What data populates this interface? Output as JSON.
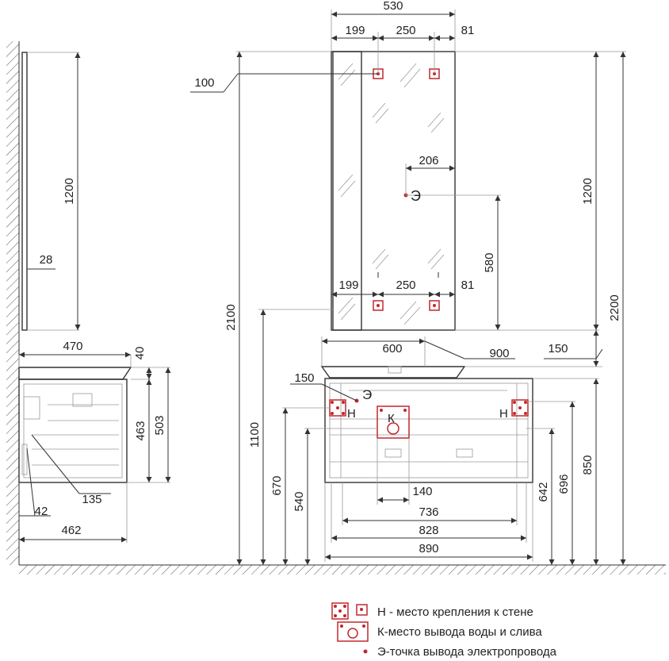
{
  "dimensions": {
    "mirror_width": "530",
    "mirror_top_199": "199",
    "mirror_top_250": "250",
    "mirror_top_81": "81",
    "mount_offset_100": "100",
    "socket_offset_206": "206",
    "mirror_bottom_199": "199",
    "mirror_bottom_250": "250",
    "mirror_bottom_81": "81",
    "socket_height_580": "580",
    "mirror_height_right": "1200",
    "total_2100": "2100",
    "total_2200": "2200",
    "mirror_height_side": "1200",
    "mirror_depth_28": "28",
    "cabinet_depth_470": "470",
    "top_thickness_40": "40",
    "cabinet_height_463": "463",
    "cabinet_height_503": "503",
    "side_135": "135",
    "side_42": "42",
    "side_462": "462",
    "basin_600": "600",
    "basin_900": "900",
    "offset_150_right": "150",
    "offset_150_left": "150",
    "height_1100": "1100",
    "height_670": "670",
    "height_540": "540",
    "width_140": "140",
    "width_736": "736",
    "width_828": "828",
    "width_890": "890",
    "height_642": "642",
    "height_696": "696",
    "height_850": "850"
  },
  "markers": {
    "socket": "Э",
    "socket_lower": "Э",
    "mount_left": "Н",
    "mount_right": "Н",
    "water": "К"
  },
  "legend": {
    "mount": "Н - место крепления к стене",
    "water": "К-место вывода воды и слива",
    "socket": "Э-точка вывода электропровода"
  },
  "colors": {
    "accent_red": "#c0282d",
    "line": "#333333"
  }
}
